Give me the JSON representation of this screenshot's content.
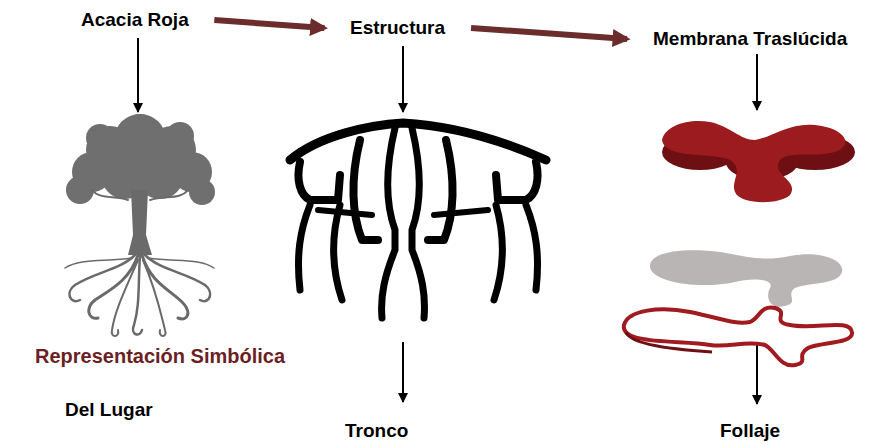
{
  "diagram": {
    "nodes": [
      {
        "text": [
          "Acacia Roja"
        ]
      },
      {
        "text": [
          "Estructura"
        ]
      },
      {
        "text": [
          "Membrana Traslúcida"
        ]
      }
    ],
    "edges": [
      {
        "from": 0,
        "to": 1,
        "arrow": "to"
      },
      {
        "from": 1,
        "to": 2,
        "arrow": "to"
      }
    ],
    "labels": [
      "Representación Simbólica",
      "Del Lugar",
      "Tronco",
      "Follaje"
    ]
  }
}
